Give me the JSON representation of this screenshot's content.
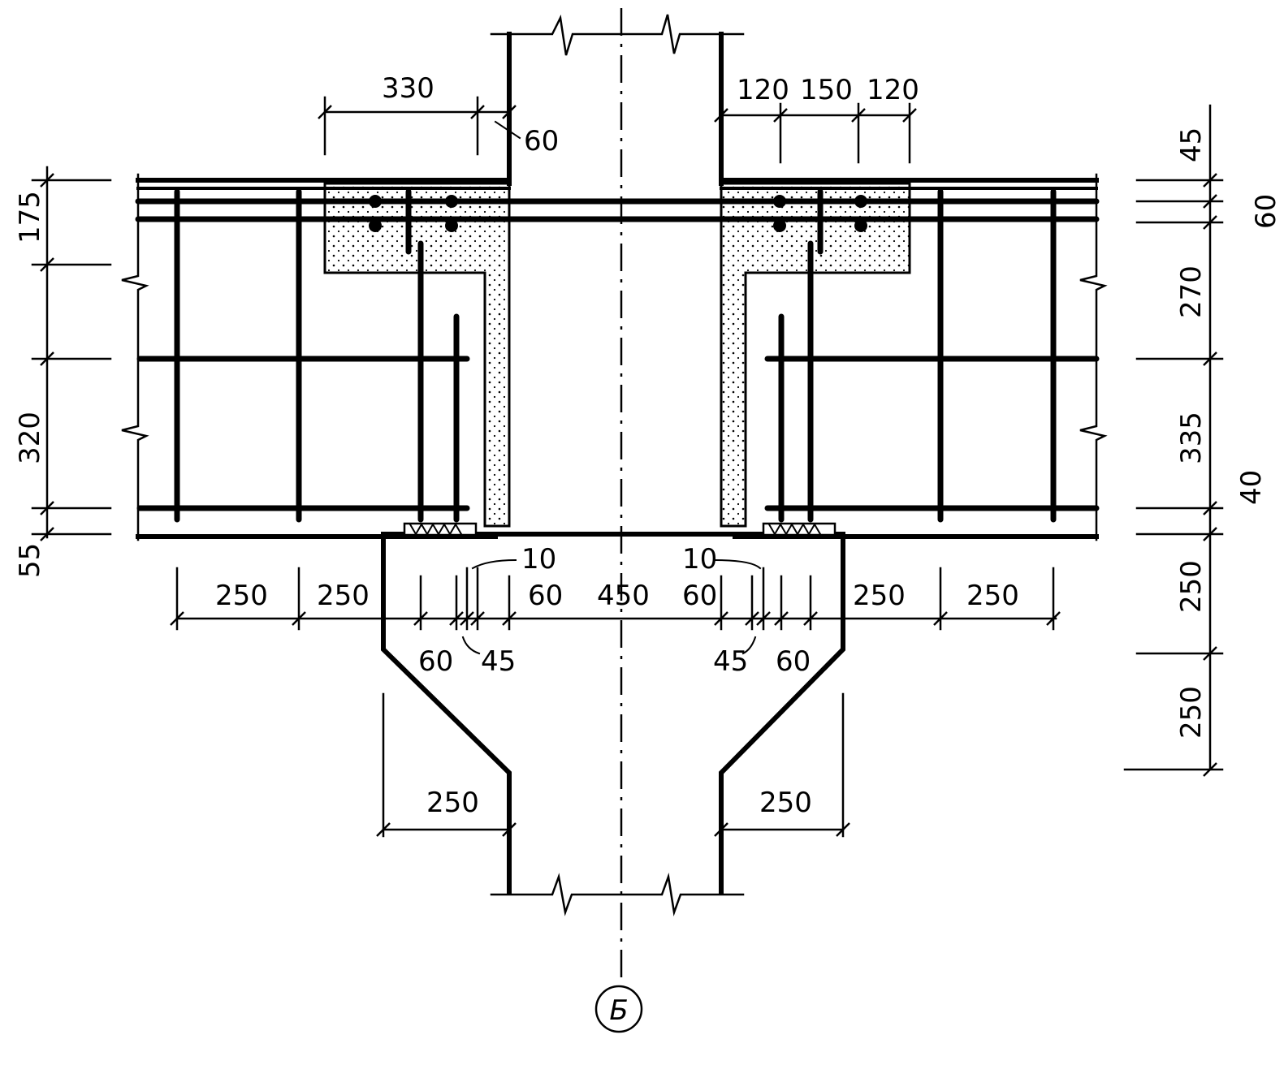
{
  "drawing": {
    "axis_label": "Б",
    "dimensions": {
      "top_left_330": "330",
      "top_left_60": "60",
      "top_right_120a": "120",
      "top_right_150": "150",
      "top_right_120b": "120",
      "right_45": "45",
      "right_60": "60",
      "right_270": "270",
      "right_335": "335",
      "right_40": "40",
      "right_250a": "250",
      "right_250b": "250",
      "left_175": "175",
      "left_320": "320",
      "left_55": "55",
      "row_250a": "250",
      "row_250b": "250",
      "row_10_left": "10",
      "row_60_left_top": "60",
      "row_450": "450",
      "row_10_right": "10",
      "row_60_right_top": "60",
      "row_250c": "250",
      "row_250d": "250",
      "row_60_left_bottom": "60",
      "row_45_left": "45",
      "row_45_right": "45",
      "row_60_right_bottom": "60",
      "lower_250_left": "250",
      "lower_250_right": "250"
    }
  }
}
